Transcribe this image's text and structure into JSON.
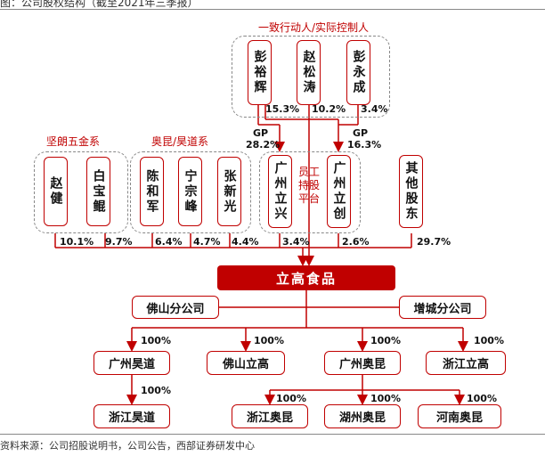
{
  "title": "图：公司股权结构（截至2021年三季报）",
  "source": "资料来源：公司招股说明书，公司公告，西部证券研发中心",
  "colors": {
    "accent": "#c00000",
    "dashed_border": "#888888"
  },
  "groups": {
    "controllers": "一致行动人/实际控制人",
    "shuolang": "坚朗五金系",
    "aokun": "奥昆/昊道系"
  },
  "controllers": [
    {
      "name": "彭裕辉",
      "pct": "15.3%"
    },
    {
      "name": "赵松涛",
      "pct": "10.2%"
    },
    {
      "name": "彭永成",
      "pct": "3.4%"
    }
  ],
  "gp": {
    "left": "GP",
    "left_pct": "28.2%",
    "right": "GP",
    "right_pct": "16.3%"
  },
  "employee_platform": "员工持股平台",
  "shareholders": [
    {
      "name": "赵健",
      "pct": "10.1%"
    },
    {
      "name": "白宝鲲",
      "pct": "9.7%"
    },
    {
      "name": "陈和军",
      "pct": "6.4%"
    },
    {
      "name": "宁宗峰",
      "pct": "4.7%"
    },
    {
      "name": "张新光",
      "pct": "4.4%"
    },
    {
      "name": "广州立兴",
      "pct": "3.4%"
    },
    {
      "name": "广州立创",
      "pct": "2.6%"
    },
    {
      "name": "其他股东",
      "pct": "29.7%"
    }
  ],
  "company": "立高食品",
  "branches": {
    "foshan": "佛山分公司",
    "zengcheng": "增城分公司"
  },
  "subsidiaries": [
    {
      "name": "广州昊道",
      "pct": "100%"
    },
    {
      "name": "佛山立高",
      "pct": "100%"
    },
    {
      "name": "广州奥昆",
      "pct": "100%"
    },
    {
      "name": "浙江立高",
      "pct": "100%"
    }
  ],
  "second_level": [
    {
      "name": "浙江昊道",
      "pct": "100%"
    },
    {
      "name": "浙江奥昆",
      "pct": "100%"
    },
    {
      "name": "湖州奥昆",
      "pct": "100%"
    },
    {
      "name": "河南奥昆",
      "pct": "100%"
    }
  ]
}
